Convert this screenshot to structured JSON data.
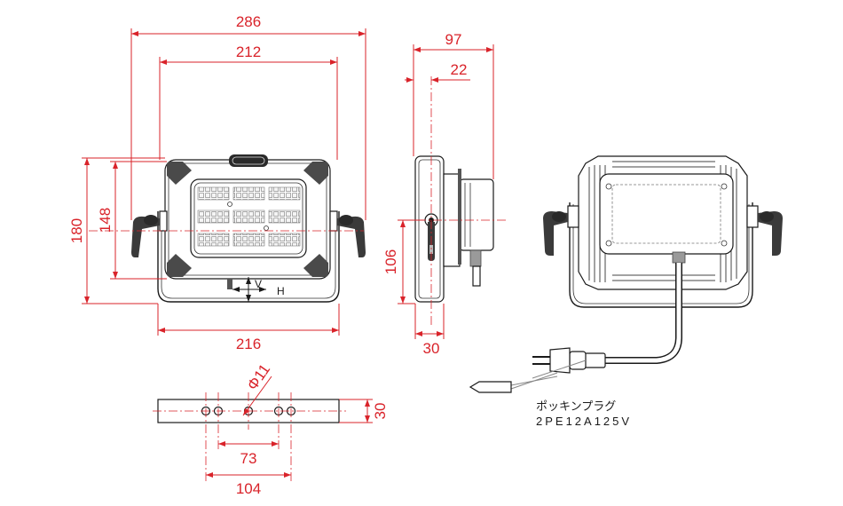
{
  "front_view": {
    "dim_overall_width": "286",
    "dim_frame_width": "212",
    "dim_base_width": "216",
    "dim_overall_height": "180",
    "dim_frame_height": "148",
    "adjust_vertical": "V",
    "adjust_horizontal": "H"
  },
  "side_view": {
    "dim_depth": "97",
    "dim_pivot_offset": "22",
    "dim_pivot_height": "106",
    "dim_base_depth": "30"
  },
  "bracket_view": {
    "dim_hole_diameter": "Φ11",
    "dim_height": "30",
    "dim_inner_pitch": "73",
    "dim_outer_pitch": "104"
  },
  "rear_view": {
    "plug_label": "ポッキンプラグ",
    "plug_model": "2PE12A125V"
  },
  "colors": {
    "dimension": "#d9232a",
    "outline": "#1a1a1a"
  }
}
